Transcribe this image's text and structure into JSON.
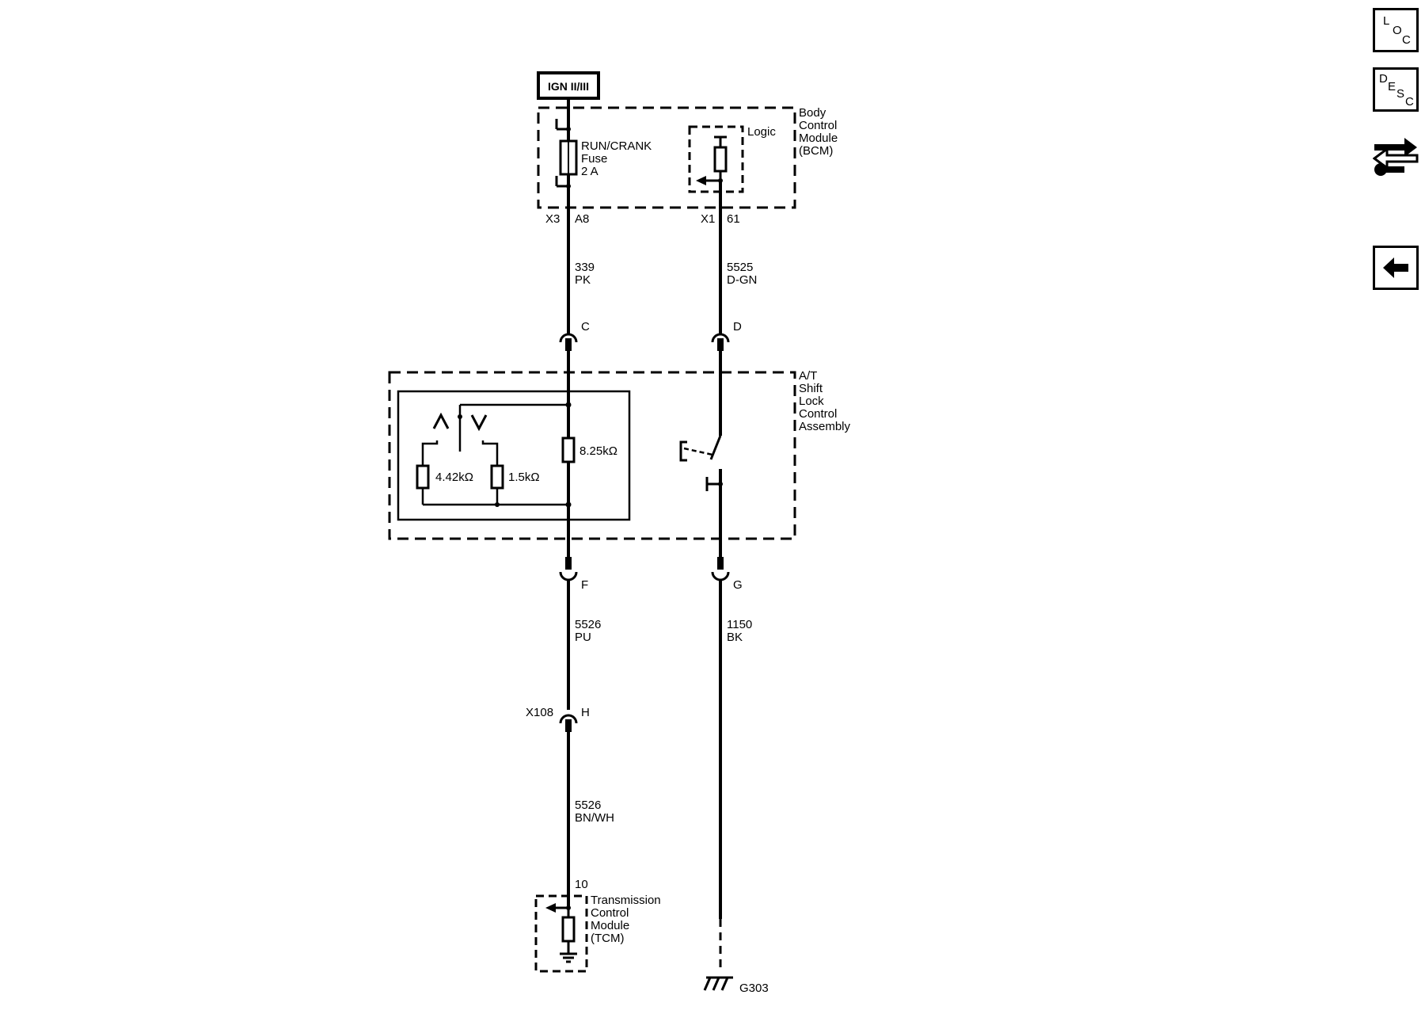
{
  "ignition": {
    "label": "IGN II/III"
  },
  "bcm": {
    "name_lines": [
      "Body",
      "Control",
      "Module",
      "(BCM)"
    ],
    "fuse_lines": [
      "RUN/CRANK",
      "Fuse",
      "2 A"
    ],
    "logic_label": "Logic"
  },
  "connectors": {
    "x3": "X3",
    "a8": "A8",
    "x1": "X1",
    "pin61": "61",
    "c": "C",
    "d": "D",
    "f": "F",
    "g": "G",
    "x108": "X108",
    "h": "H",
    "tcm_pin": "10"
  },
  "wires": {
    "w339": {
      "circuit": "339",
      "color": "PK"
    },
    "w5525": {
      "circuit": "5525",
      "color": "D-GN"
    },
    "w5526a": {
      "circuit": "5526",
      "color": "PU"
    },
    "w1150": {
      "circuit": "1150",
      "color": "BK"
    },
    "w5526b": {
      "circuit": "5526",
      "color": "BN/WH"
    }
  },
  "shift_lock": {
    "name_lines": [
      "A/T",
      "Shift",
      "Lock",
      "Control",
      "Assembly"
    ],
    "r1": "8.25kΩ",
    "r2": "4.42kΩ",
    "r3": "1.5kΩ"
  },
  "tcm": {
    "name_lines": [
      "Transmission",
      "Control",
      "Module",
      "(TCM)"
    ]
  },
  "ground": {
    "label": "G303"
  },
  "sidebar": {
    "loc": {
      "l": "L",
      "o": "O",
      "c": "C"
    },
    "desc": {
      "d": "D",
      "e": "E",
      "s": "S",
      "c": "C"
    }
  }
}
